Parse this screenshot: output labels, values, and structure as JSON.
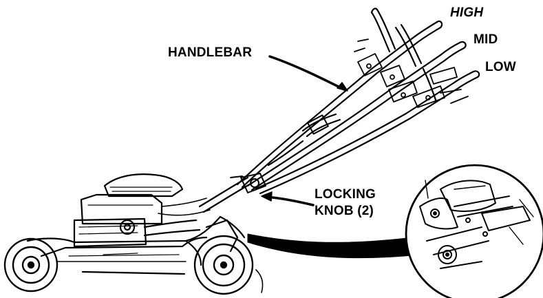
{
  "labels": {
    "high": "HIGH",
    "mid": "MID",
    "low": "LOW",
    "handlebar": "HANDLEBAR",
    "locking_knob_line1": "LOCKING",
    "locking_knob_line2": "KNOB (2)"
  },
  "colors": {
    "ink": "#000000",
    "paper": "#ffffff"
  }
}
